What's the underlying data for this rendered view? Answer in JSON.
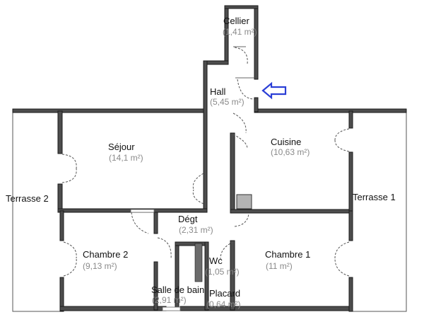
{
  "rooms": {
    "cellier": {
      "name": "Cellier",
      "area": "(1,41 m²)"
    },
    "hall": {
      "name": "Hall",
      "area": "(5,45 m²)"
    },
    "sejour": {
      "name": "Séjour",
      "area": "(14,1 m²)"
    },
    "cuisine": {
      "name": "Cuisine",
      "area": "(10,63 m²)"
    },
    "terrasse2": {
      "name": "Terrasse 2",
      "area": ""
    },
    "terrasse1": {
      "name": "Terrasse 1",
      "area": ""
    },
    "degt": {
      "name": "Dégt",
      "area": "(2,31 m²)"
    },
    "chambre2": {
      "name": "Chambre 2",
      "area": "(9,13 m²)"
    },
    "chambre1": {
      "name": "Chambre 1",
      "area": "(11 m²)"
    },
    "wc": {
      "name": "Wc",
      "area": "(1,05 m²)"
    },
    "sdb": {
      "name": "Salle de bain",
      "area": "(2,91 m²)"
    },
    "placard": {
      "name": "Placard",
      "area": "(0,64 m²)"
    }
  },
  "colors": {
    "wall": "#4d4d4d",
    "entrance_arrow": "#2b3fd6",
    "area_text": "#8a8a8a"
  },
  "icons": {
    "entrance": "entrance-arrow-icon"
  }
}
